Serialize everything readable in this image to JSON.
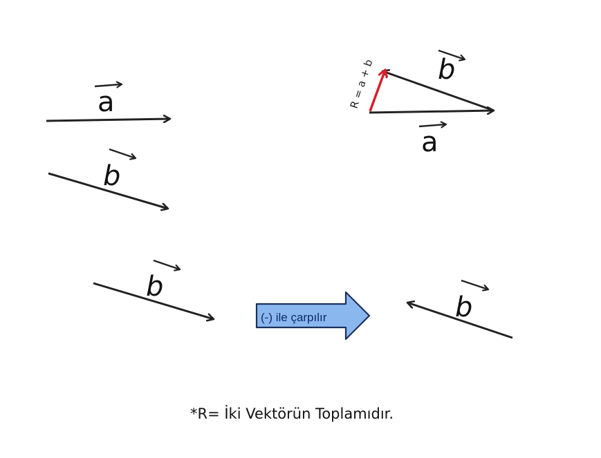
{
  "labels": {
    "a": "a",
    "b": "b",
    "r_expr": "R = a + b"
  },
  "operation": {
    "label": "(-) ile çarpılır"
  },
  "footnote": "*R= İki Vektörün Toplamıdır.",
  "colors": {
    "stroke": "#222222",
    "resultant": "#d81e2c",
    "arrow_fill": "#8ab8ee",
    "arrow_stroke": "#1c2f5a"
  }
}
